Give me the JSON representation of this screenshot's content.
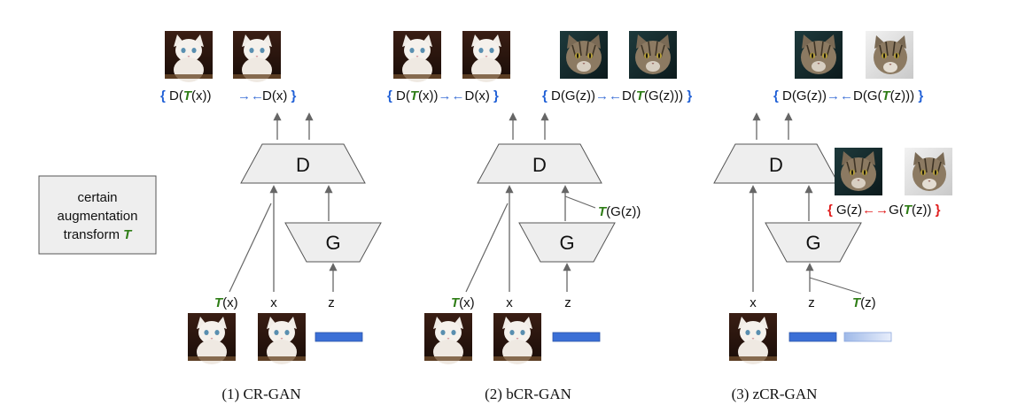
{
  "legend": {
    "line1": "certain",
    "line2": "augmentation",
    "line3": "transform ",
    "line3_T": "T"
  },
  "panels": [
    {
      "caption": "(1) CR-GAN",
      "disc": "D",
      "gen": "G",
      "inputs": {
        "tx_T": "T",
        "tx_rest": "(x)",
        "x": "x",
        "z": "z"
      },
      "objective": {
        "open": "{",
        "p1": " D(",
        "T": "T",
        "p2": "(x))",
        "p3": "D(x)",
        "close": " }"
      }
    },
    {
      "caption": "(2) bCR-GAN",
      "disc": "D",
      "gen": "G",
      "inputs": {
        "tx_T": "T",
        "tx_rest": "(x)",
        "x": "x",
        "z": "z"
      },
      "tg_T": "T",
      "tg_rest": "(G(z))",
      "objective_real": {
        "open": "{",
        "p1": " D(",
        "T": "T",
        "p2": "(x))",
        "p3": "D(x)",
        "close": " }"
      },
      "objective_fake": {
        "open": "{",
        "p1": " D(G(z))",
        "p2": "D(",
        "T": "T",
        "p3": "(G(z))) ",
        "close": "}"
      }
    },
    {
      "caption": "(3) zCR-GAN",
      "disc": "D",
      "gen": "G",
      "inputs": {
        "x": "x",
        "z": "z",
        "tz_T": "T",
        "tz_rest": "(z)"
      },
      "objective_disc": {
        "open": "{",
        "p1": " D(G(z))",
        "p2": "D(G(",
        "T": "T",
        "p3": "(z))) ",
        "close": "}"
      },
      "objective_gen": {
        "open": "{",
        "p1": " G(z)",
        "p2": "G(",
        "T": "T",
        "p3": "(z)) ",
        "close": "}"
      }
    }
  ],
  "colors": {
    "green_T": "#2e7d16",
    "blue_brace": "#1f5fd6",
    "red_brace": "#e01b1b",
    "noise_bar": "#3b6fd6",
    "shape_fill": "#eeeeee",
    "shape_stroke": "#555555",
    "arrow": "#666666"
  },
  "images": [
    "white-kitten-photo",
    "tabby-cat-photo"
  ]
}
